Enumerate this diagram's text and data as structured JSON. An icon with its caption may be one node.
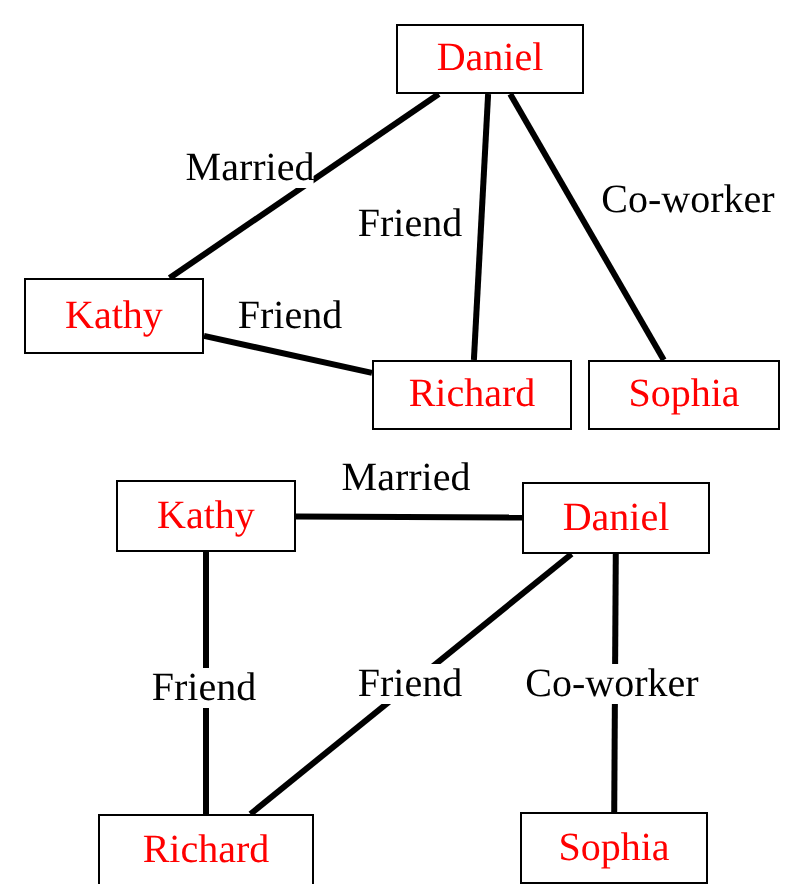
{
  "diagram": {
    "nodes": [
      {
        "text": [
          "Daniel"
        ]
      },
      {
        "text": [
          "Kathy"
        ]
      },
      {
        "text": [
          "Richard"
        ]
      },
      {
        "text": [
          "Sophia"
        ]
      },
      {
        "text": [
          "Kathy"
        ]
      },
      {
        "text": [
          "Daniel"
        ]
      },
      {
        "text": [
          "Richard"
        ]
      },
      {
        "text": [
          "Sophia"
        ]
      }
    ],
    "edges": [
      {
        "from": 0,
        "to": 1,
        "arrow": "none",
        "label": "Married"
      },
      {
        "from": 0,
        "to": 3,
        "arrow": "none",
        "label": "Co-worker"
      },
      {
        "from": 0,
        "to": 2,
        "arrow": "none",
        "label": "Friend"
      },
      {
        "from": 1,
        "to": 2,
        "arrow": "none",
        "label": "Friend"
      },
      {
        "from": 4,
        "to": 5,
        "arrow": "none",
        "label": "Married"
      },
      {
        "from": 4,
        "to": 6,
        "arrow": "none",
        "label": "Friend"
      },
      {
        "from": 5,
        "to": 6,
        "arrow": "none",
        "label": "Friend"
      },
      {
        "from": 5,
        "to": 7,
        "arrow": "none",
        "label": "Co-worker"
      }
    ]
  }
}
